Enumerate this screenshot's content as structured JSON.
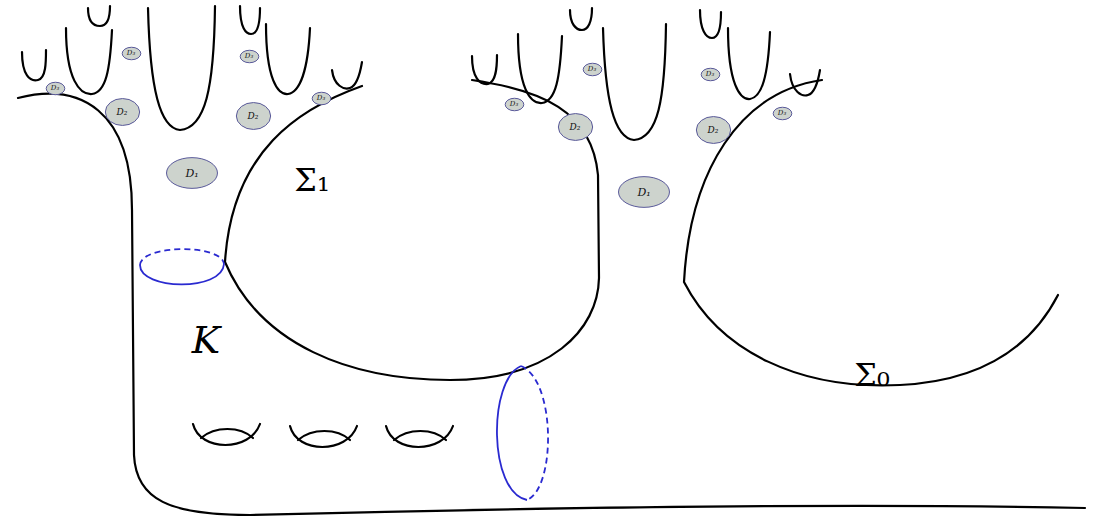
{
  "diagram": {
    "nodes": [
      {
        "text": [
          "D₃"
        ]
      },
      {
        "text": [
          "D₃"
        ]
      },
      {
        "text": [
          "D₃"
        ]
      },
      {
        "text": [
          "D₃"
        ]
      },
      {
        "text": [
          "D₂"
        ]
      },
      {
        "text": [
          "D₂"
        ]
      },
      {
        "text": [
          "D₁"
        ]
      },
      {
        "text": [
          "D₃"
        ]
      },
      {
        "text": [
          "D₃"
        ]
      },
      {
        "text": [
          "D₃"
        ]
      },
      {
        "text": [
          "D₃"
        ]
      },
      {
        "text": [
          "D₂"
        ]
      },
      {
        "text": [
          "D₂"
        ]
      },
      {
        "text": [
          "D₁"
        ]
      }
    ],
    "labels": [
      "Σ₁",
      "K",
      "Σ₀"
    ]
  }
}
